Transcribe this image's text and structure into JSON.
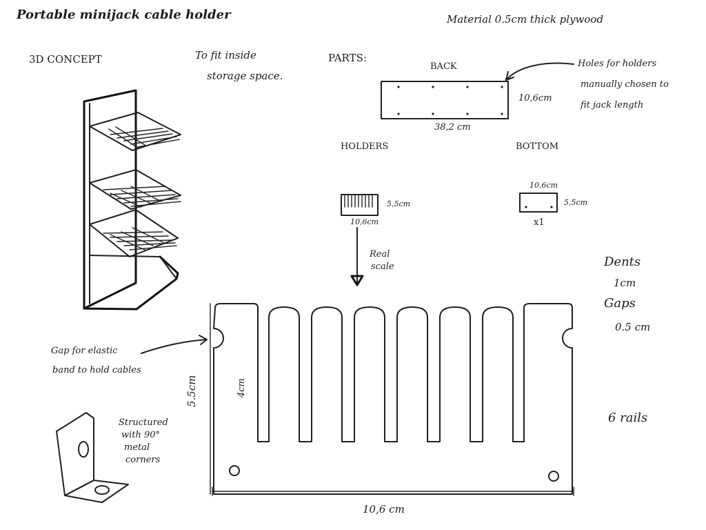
{
  "title": "Portable minijack cable holder",
  "material": "Material 0.5cm thick plywood",
  "concept_label": "3D CONCEPT",
  "fit_note": [
    "To fit inside",
    "storage space."
  ],
  "parts_label": "PARTS:",
  "back": {
    "label": "BACK",
    "height": "10,6cm",
    "width": "38,2 cm"
  },
  "holes_note": [
    "Holes for holders",
    "manually chosen to",
    "fit jack length"
  ],
  "holders": {
    "label": "HOLDERS",
    "height": "5,5cm",
    "width": "10,6cm"
  },
  "bottom": {
    "label": "BOTTOM",
    "width": "10,6cm",
    "height": "5,5cm",
    "qty": "x1"
  },
  "real_scale": [
    "Real",
    "scale"
  ],
  "specs": [
    "Dents",
    "1cm",
    "Gaps",
    "0.5 cm"
  ],
  "rails": "6 rails",
  "gap_note": [
    "Gap for elastic",
    "band to hold cables"
  ],
  "corner_note": [
    "Structured",
    "with 90°",
    "metal",
    "corners"
  ],
  "big_holder": {
    "height": "5.5cm",
    "dent_length": "4cm",
    "width": "10,6 cm"
  }
}
